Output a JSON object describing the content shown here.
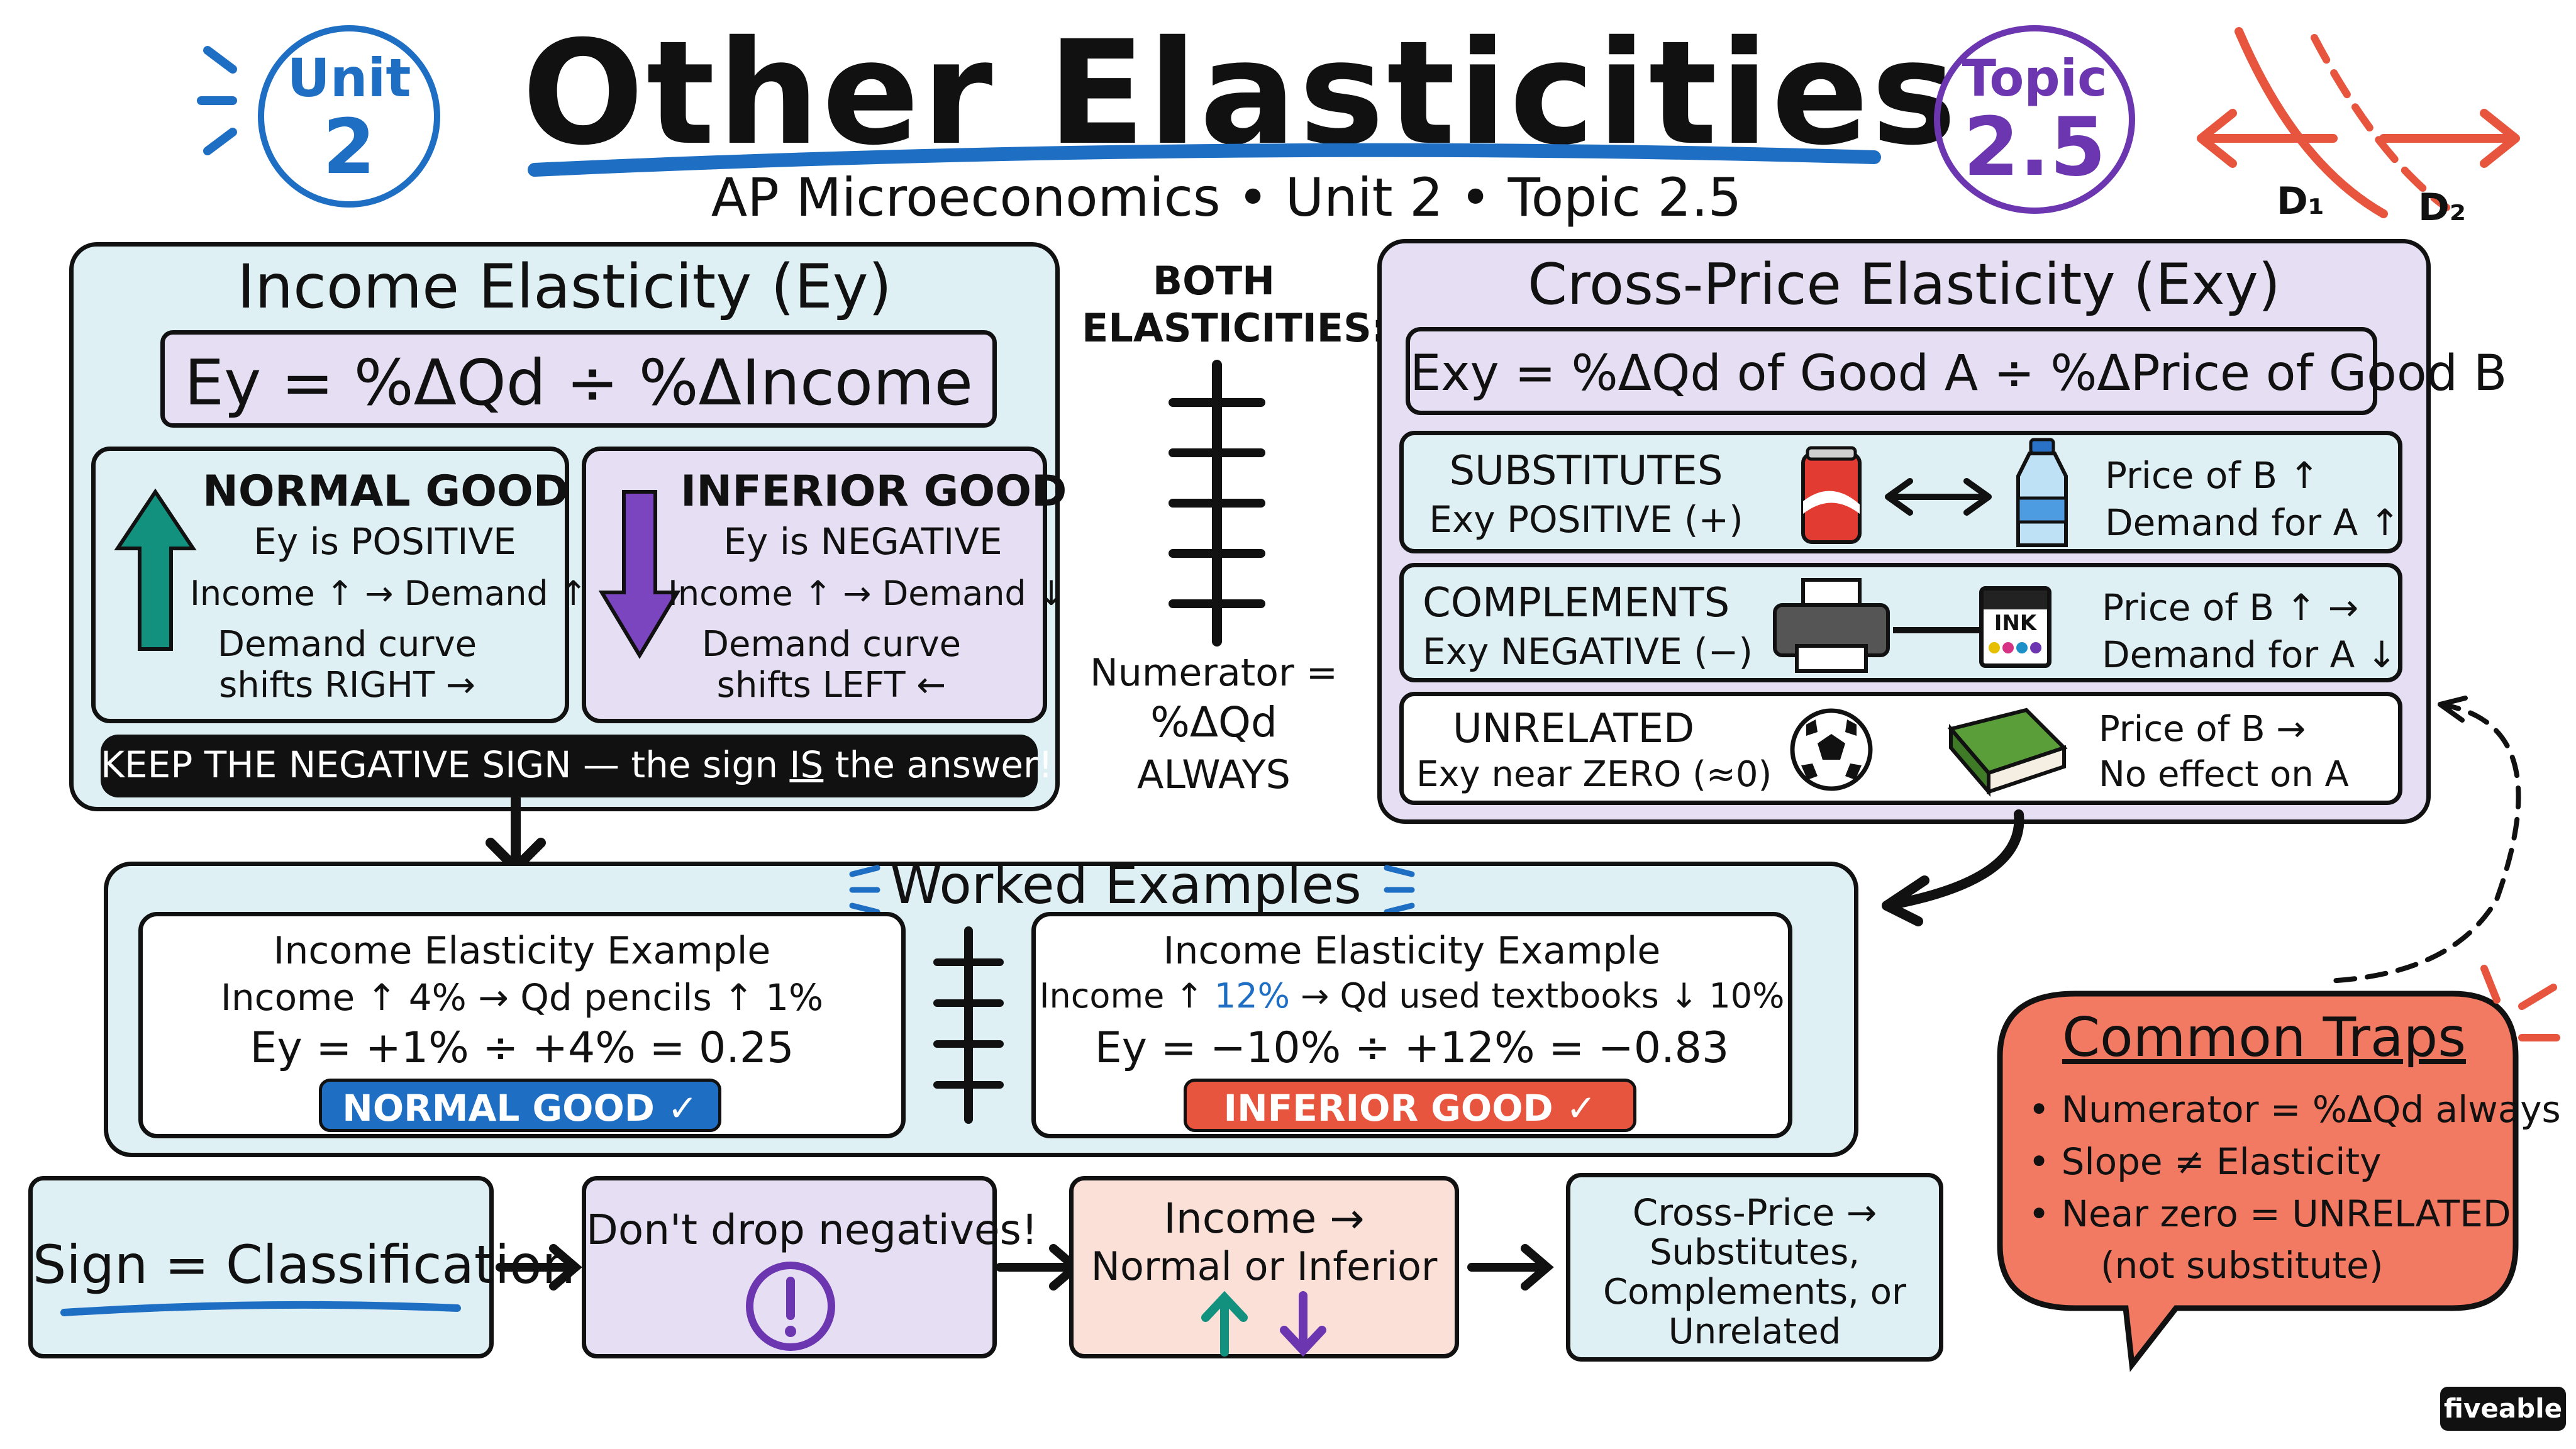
{
  "header": {
    "unit_label": "Unit",
    "unit_number": "2",
    "title": "Other Elasticities",
    "subtitle": "AP Microeconomics • Unit 2 • Topic 2.5",
    "topic_label": "Topic",
    "topic_number": "2.5",
    "d1_label": "D₁",
    "d2_label": "D₂"
  },
  "income": {
    "title": "Income Elasticity (Ey)",
    "formula": "Ey = %ΔQd ÷ %ΔIncome",
    "normal": {
      "title": "NORMAL GOOD",
      "line1": "Ey is POSITIVE",
      "line2": "Income ↑ → Demand ↑",
      "line3": "Demand curve",
      "line4": "shifts RIGHT →"
    },
    "inferior": {
      "title": "INFERIOR GOOD",
      "line1": "Ey is NEGATIVE",
      "line2": "Income ↑ → Demand ↓",
      "line3": "Demand curve",
      "line4": "shifts LEFT ←"
    },
    "warning_pre": "KEEP THE NEGATIVE SIGN — the sign ",
    "warning_is": "IS",
    "warning_post": " the answer!"
  },
  "middle": {
    "both_line1": "BOTH",
    "both_line2": "ELASTICITIES:",
    "num_line1": "Numerator =",
    "num_line2": "%ΔQd",
    "num_line3": "ALWAYS"
  },
  "cross": {
    "title": "Cross-Price Elasticity (Exy)",
    "formula": "Exy = %ΔQd of Good A ÷ %ΔPrice of Good B",
    "substitutes": {
      "title": "SUBSTITUTES",
      "sign": "Exy POSITIVE (+)",
      "effect1": "Price of B ↑",
      "effect2": "Demand for A ↑"
    },
    "complements": {
      "title": "COMPLEMENTS",
      "sign": "Exy NEGATIVE (−)",
      "ink_label": "INK",
      "effect1": "Price of B ↑ →",
      "effect2": "Demand for A ↓"
    },
    "unrelated": {
      "title": "UNRELATED",
      "sign": "Exy near ZERO (≈0)",
      "effect1": "Price of B →",
      "effect2": "No effect on A"
    }
  },
  "worked": {
    "title": "Worked Examples",
    "ex1": {
      "title": "Income Elasticity Example",
      "line_pre": "Income ↑ 4% → Qd pencils ↑ 1%",
      "calc": "Ey = +1% ÷ +4% = 0.25",
      "badge": "NORMAL GOOD ✓"
    },
    "ex2": {
      "title": "Income Elasticity Example",
      "line_a": "Income ↑ ",
      "line_hl": "12%",
      "line_b": " → Qd used textbooks ↓ 10%",
      "calc": "Ey = −10% ÷ +12% = −0.83",
      "badge": "INFERIOR GOOD ✓"
    }
  },
  "flow": {
    "step1": "Sign = Classification",
    "step2": "Don't drop negatives!",
    "step3_line1": "Income →",
    "step3_line2": "Normal or Inferior",
    "step4_line1": "Cross-Price →",
    "step4_line2": "Substitutes,",
    "step4_line3": "Complements, or",
    "step4_line4": "Unrelated"
  },
  "traps": {
    "title": "Common Traps",
    "item1": "• Numerator = %ΔQd always",
    "item2": "• Slope ≠ Elasticity",
    "item3": "• Near zero = UNRELATED",
    "item4": "(not substitute)"
  },
  "brand": "fiveable",
  "colors": {
    "blue_accent": "#1e6fc4",
    "purple_accent": "#6c36b0",
    "red_accent": "#e8553e",
    "teal_accent": "#12917f",
    "blue_panel": "#dff0f4",
    "purple_panel": "#e6def3",
    "pink_panel": "#fbe0d8"
  }
}
